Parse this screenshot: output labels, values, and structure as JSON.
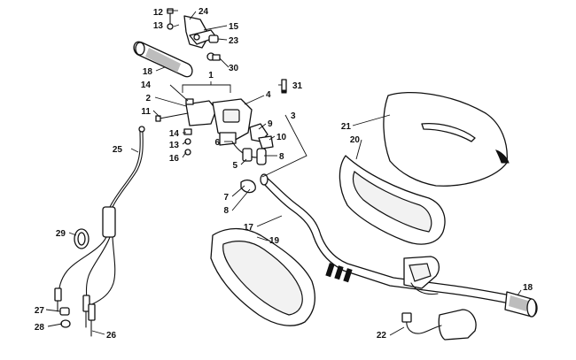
{
  "callouts": {
    "c1": "1",
    "c2": "2",
    "c3": "3",
    "c4": "4",
    "c5": "5",
    "c6": "6",
    "c7": "7",
    "c8a": "8",
    "c8b": "8",
    "c9": "9",
    "c10": "10",
    "c11": "11",
    "c12": "12",
    "c13a": "13",
    "c13b": "13",
    "c14a": "14",
    "c14b": "14",
    "c15": "15",
    "c16": "16",
    "c17": "17",
    "c18a": "18",
    "c18b": "18",
    "c19": "19",
    "c20": "20",
    "c21": "21",
    "c22": "22",
    "c23": "23",
    "c24": "24",
    "c25": "25",
    "c26": "26",
    "c27": "27",
    "c28": "28",
    "c29": "29",
    "c30": "30",
    "c31": "31"
  }
}
